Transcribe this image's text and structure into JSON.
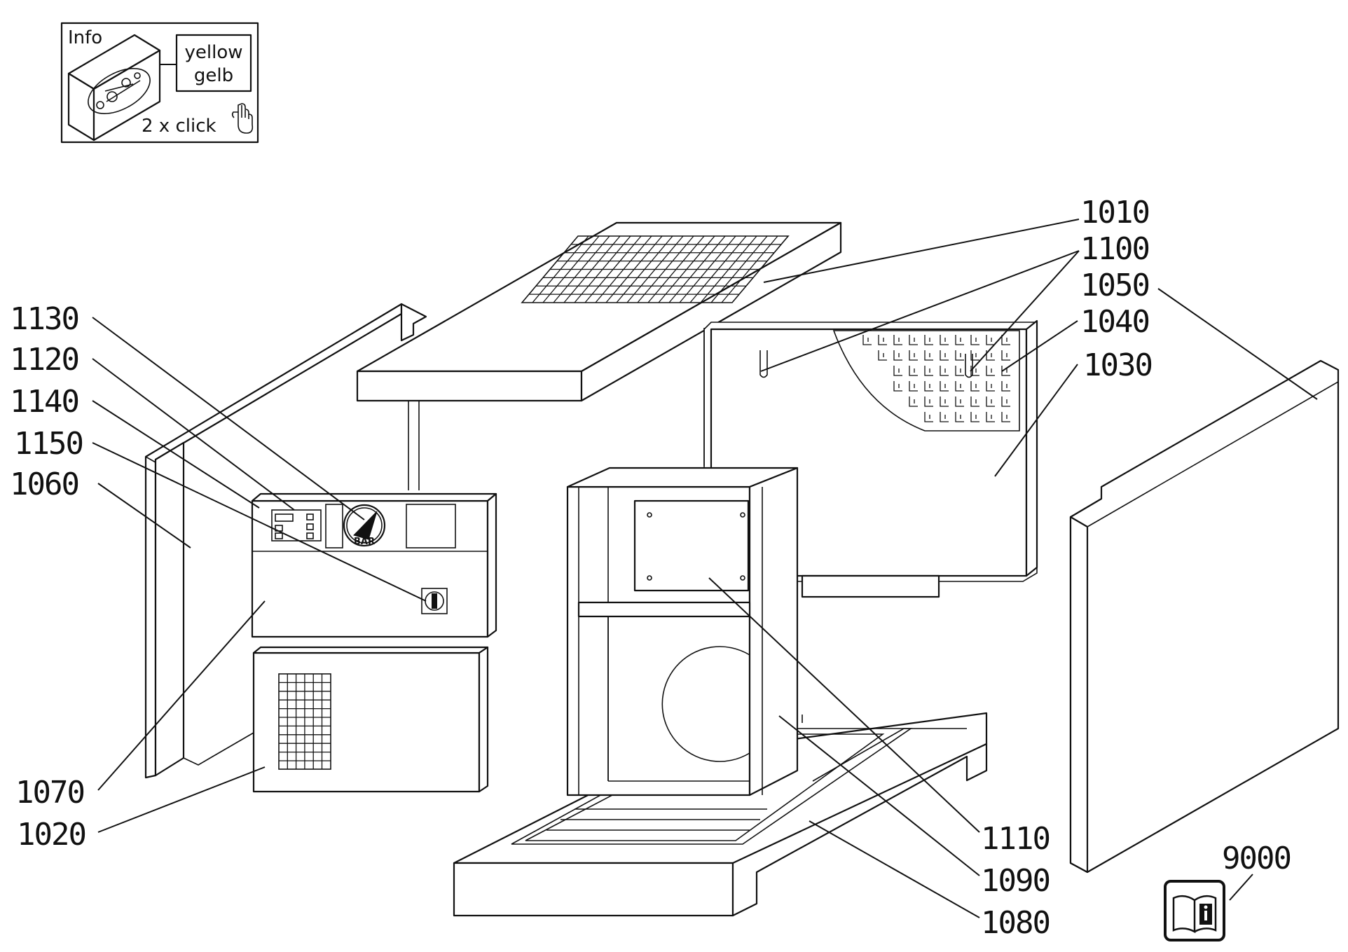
{
  "info_box": {
    "title": "Info",
    "color_line1": "yellow",
    "color_line2": "gelb",
    "hint": "2 x click",
    "hand_icon": "pointing-hand-icon"
  },
  "callouts": {
    "c1010": "1010",
    "c1100": "1100",
    "c1050": "1050",
    "c1040": "1040",
    "c1030": "1030",
    "c1130": "1130",
    "c1120": "1120",
    "c1140": "1140",
    "c1150": "1150",
    "c1060": "1060",
    "c1070": "1070",
    "c1020": "1020",
    "c1110": "1110",
    "c1090": "1090",
    "c1080": "1080",
    "c9000": "9000"
  },
  "gauge_label": "BAR",
  "manual_icon": "manual-info-icon"
}
